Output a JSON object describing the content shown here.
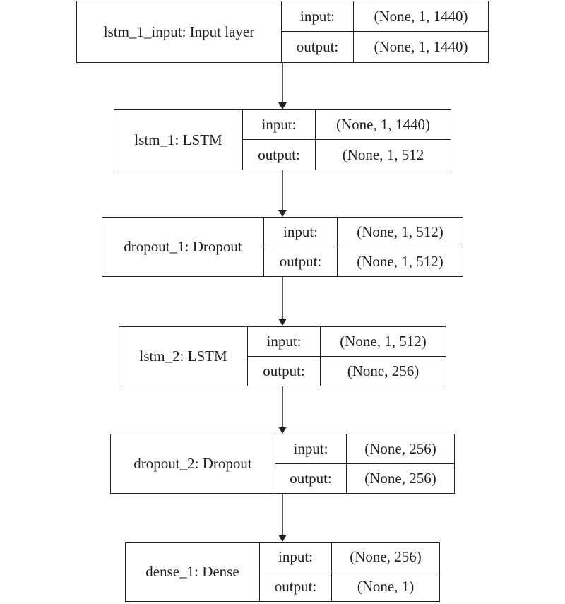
{
  "layers": [
    {
      "name": "lstm_1_input: Input layer",
      "input_label": "input:",
      "input": "(None, 1, 1440)",
      "output_label": "output:",
      "output": "(None, 1, 1440)"
    },
    {
      "name": "lstm_1: LSTM",
      "input_label": "input:",
      "input": "(None, 1, 1440)",
      "output_label": "output:",
      "output": "(None, 1, 512"
    },
    {
      "name": "dropout_1: Dropout",
      "input_label": "input:",
      "input": "(None, 1, 512)",
      "output_label": "output:",
      "output": "(None, 1, 512)"
    },
    {
      "name": "lstm_2: LSTM",
      "input_label": "input:",
      "input": "(None, 1, 512)",
      "output_label": "output:",
      "output": "(None, 256)"
    },
    {
      "name": "dropout_2: Dropout",
      "input_label": "input:",
      "input": "(None, 256)",
      "output_label": "output:",
      "output": "(None, 256)"
    },
    {
      "name": "dense_1: Dense",
      "input_label": "input:",
      "input": "(None, 256)",
      "output_label": "output:",
      "output": "(None, 1)"
    }
  ]
}
